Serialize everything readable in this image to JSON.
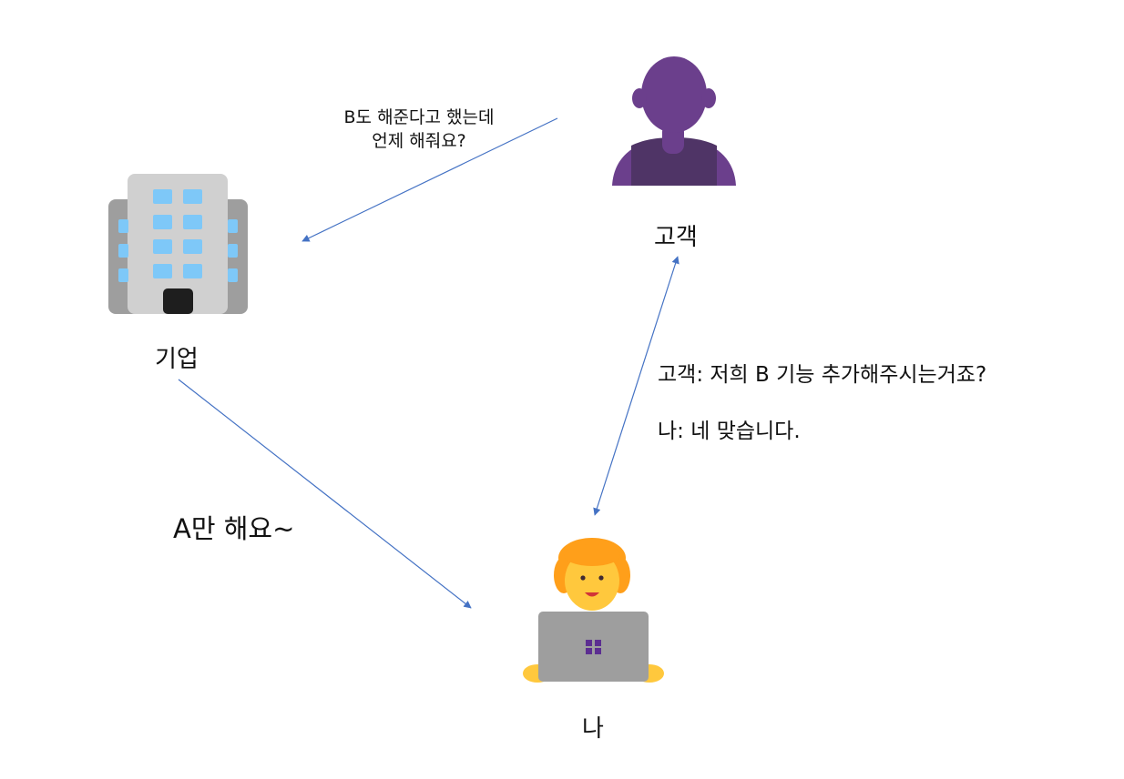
{
  "nodes": {
    "company": {
      "label": "기업"
    },
    "customer": {
      "label": "고객"
    },
    "me": {
      "label": "나"
    }
  },
  "edges": {
    "customer_to_company": {
      "line1": "B도 해준다고 했는데",
      "line2": "언제 해줘요?"
    },
    "company_to_me": {
      "text": "A만 해요~"
    },
    "customer_me": {
      "customer_line": "고객: 저희 B 기능 추가해주시는거죠?",
      "me_line": "나: 네 맞습니다."
    }
  },
  "colors": {
    "arrow": "#4472C4",
    "customer": "#6B3F8C",
    "building_body": "#D0D0D0",
    "building_side": "#9E9E9E",
    "window": "#7EC8F8",
    "skin": "#FFC83D",
    "hair": "#FF9F1A",
    "laptop": "#9E9E9E"
  }
}
